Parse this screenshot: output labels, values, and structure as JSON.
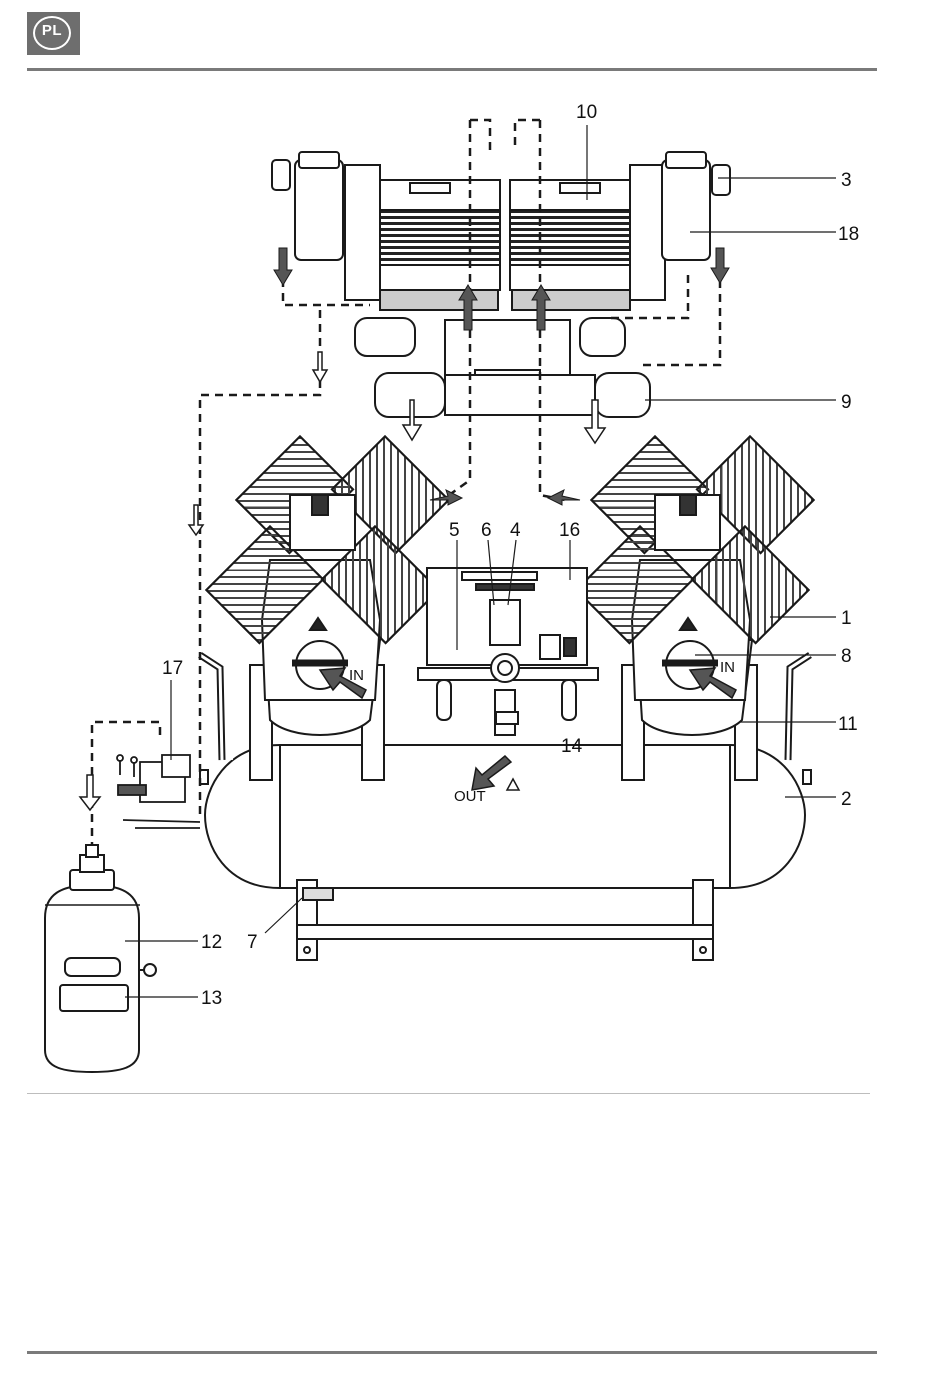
{
  "header": {
    "language_badge": "PL"
  },
  "figure": {
    "callouts": {
      "c1": "1",
      "c2": "2",
      "c3": "3",
      "c4": "4",
      "c5": "5",
      "c6": "6",
      "c7": "7",
      "c8": "8",
      "c9": "9",
      "c10": "10",
      "c11": "11",
      "c12": "12",
      "c13": "13",
      "c14": "14",
      "c16": "16",
      "c17": "17",
      "c18": "18"
    },
    "inlet_label_left": "IN",
    "inlet_label_right": "IN",
    "outlet_label": "OUT"
  },
  "colors": {
    "rule": "#7a7a7a",
    "badge": "#6e6e6e",
    "line": "#1a1a1a",
    "arrow_fill": "#555555"
  }
}
